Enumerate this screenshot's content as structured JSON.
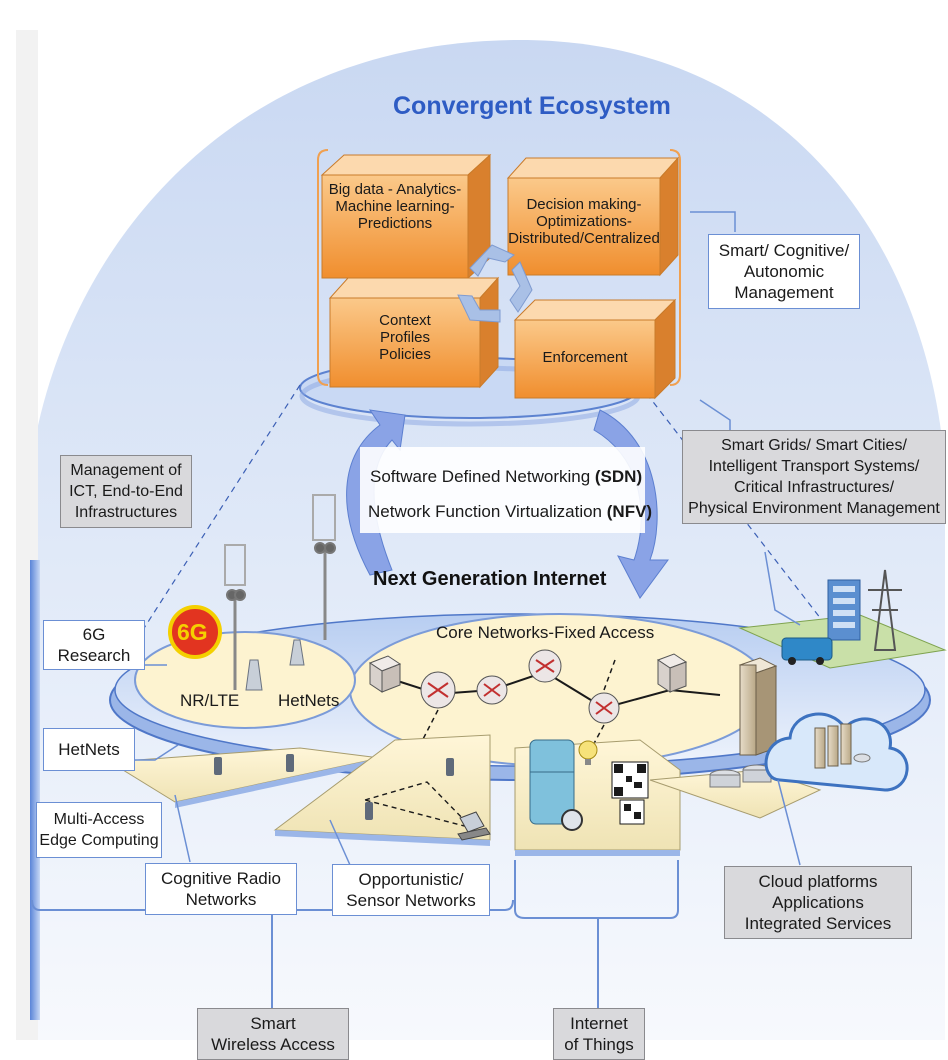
{
  "title": "Convergent Ecosystem",
  "next_gen": "Next Generation Internet",
  "core": "Core Networks-Fixed Access",
  "badge_6g": "6G",
  "cubes": {
    "bigdata": [
      "Big data - Analytics-",
      "Machine learning-",
      "Predictions"
    ],
    "decision": [
      "Decision making-",
      "Optimizations-",
      "Distributed/Centralized"
    ],
    "context": [
      "Context",
      "Profiles",
      "Policies"
    ],
    "enforcement": [
      "Enforcement"
    ]
  },
  "sdn": {
    "line1_prefix": "Software Defined Networking ",
    "line1_bold": "(SDN)",
    "line2_prefix": "Network Function Virtualization ",
    "line2_bold": "(NFV)"
  },
  "labels": {
    "smart_mgmt": [
      "Smart/ Cognitive/",
      "Autonomic",
      "Management"
    ],
    "mgmt_ict": [
      "Management of",
      "ICT, End-to-End",
      "Infrastructures"
    ],
    "smart_grids": [
      "Smart Grids/ Smart Cities/",
      "Intelligent Transport Systems/",
      "Critical Infrastructures/",
      "Physical Environment Management"
    ],
    "research_6g": [
      "6G",
      "Research"
    ],
    "nr_lte": "NR/LTE",
    "hetnets_disk": "HetNets",
    "hetnets_box": "HetNets",
    "mec": [
      "Multi-Access",
      "Edge Computing"
    ],
    "cognitive_radio": [
      "Cognitive Radio",
      "Networks"
    ],
    "opportunistic": [
      "Opportunistic/",
      "Sensor Networks"
    ],
    "cloud": [
      "Cloud platforms",
      "Applications",
      "Integrated Services"
    ],
    "smart_wireless": [
      "Smart",
      "Wireless Access"
    ],
    "iot": [
      "Internet",
      "of Things"
    ]
  },
  "colors": {
    "cube": "#f5a95a",
    "dome": "#dbe6f7",
    "disk": "#dfeaf9",
    "arrow": "#8aa3e6",
    "line": "#6b8fd4",
    "badge": "#e23420"
  }
}
